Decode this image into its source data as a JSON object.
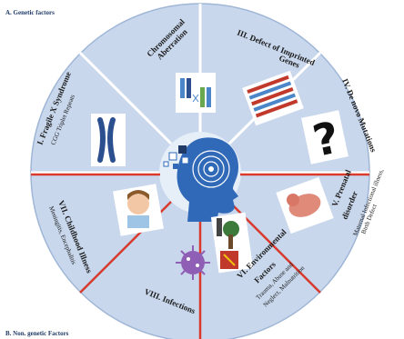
{
  "sections": {
    "a_title": "A. Genetic factors",
    "b_title": "B. Non. genetic Factors"
  },
  "segments": {
    "s1": {
      "title": "I. Fragile X Syndrome",
      "subtitle": "CGG Triplet Repeats"
    },
    "s2": {
      "title": "Chromosomal",
      "title2": "Aberration"
    },
    "s3": {
      "title": "III. Defect of Imprinted",
      "title2": "Genes"
    },
    "s4": {
      "title": "IV. De novo Mutations"
    },
    "s5": {
      "title": "V. Prenatal",
      "title2": "disorder",
      "subtitle": "Maternal Infectional illness,",
      "subtitle2": "Birth Defect"
    },
    "s6": {
      "title": "VI. Environmental",
      "title2": "Factors",
      "subtitle": "Trauma, Abuse and",
      "subtitle2": "Neglect, Malnutrition"
    },
    "s7": {
      "title": "VIII. Infections"
    },
    "s8": {
      "title": "VII. Childhood Illness",
      "subtitle": "Meningitis, Encephalitis"
    }
  },
  "colors": {
    "ring": "#c8d7ec",
    "ring_edge": "#9fb6d6",
    "divider_upper": "#ffffff",
    "divider_lower": "#d93a2b",
    "text": "#1a1a1a",
    "title_blue": "#1f3a66",
    "head_blue": "#2f69b8"
  },
  "icons": [
    "chromosome-pair-icon",
    "karyotype-icon",
    "gene-bars-icon",
    "question-mark-icon",
    "fetus-icon",
    "environment-icon",
    "virus-icon",
    "child-icon",
    "head-maze-icon"
  ]
}
